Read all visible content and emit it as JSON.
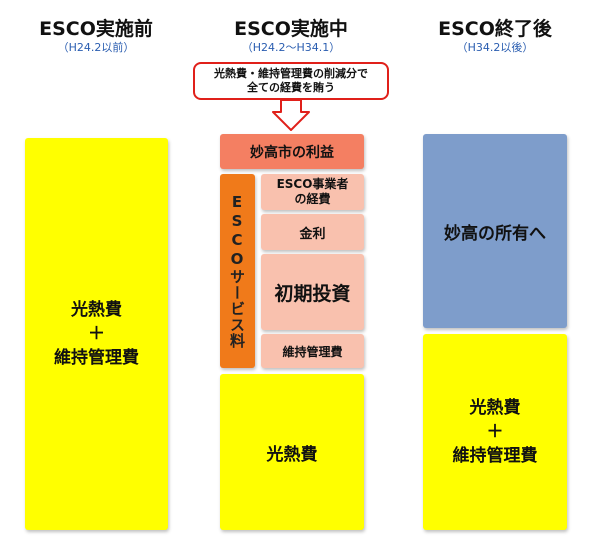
{
  "columns": [
    {
      "title": "ESCO実施前",
      "subtitle": "（H24.2以前）"
    },
    {
      "title": "ESCO実施中",
      "subtitle": "（H24.2～H34.1）"
    },
    {
      "title": "ESCO終了後",
      "subtitle": "（H34.2以後）"
    }
  ],
  "callout": {
    "line1": "光熱費・維持管理費の削減分で",
    "line2": "全ての経費を賄う"
  },
  "before": {
    "line1": "光熱費",
    "plus": "＋",
    "line2": "維持管理費"
  },
  "during": {
    "profit": "妙高市の利益",
    "service_fee": "ESCOサービス料",
    "company_cost_line1": "ESCO事業者",
    "company_cost_line2": "の経費",
    "interest": "金利",
    "initial_investment": "初期投資",
    "maintenance": "維持管理費",
    "utility": "光熱費"
  },
  "after": {
    "ownership": "妙高の所有へ",
    "line1": "光熱費",
    "plus": "＋",
    "line2": "維持管理費"
  },
  "colors": {
    "yellow": "#ffff00",
    "pink": "#f9c1ae",
    "coral": "#f47f62",
    "orange": "#f07a1a",
    "blue": "#7e9dcb",
    "callout_border": "#e0201a",
    "subtitle": "#2a5db0"
  }
}
